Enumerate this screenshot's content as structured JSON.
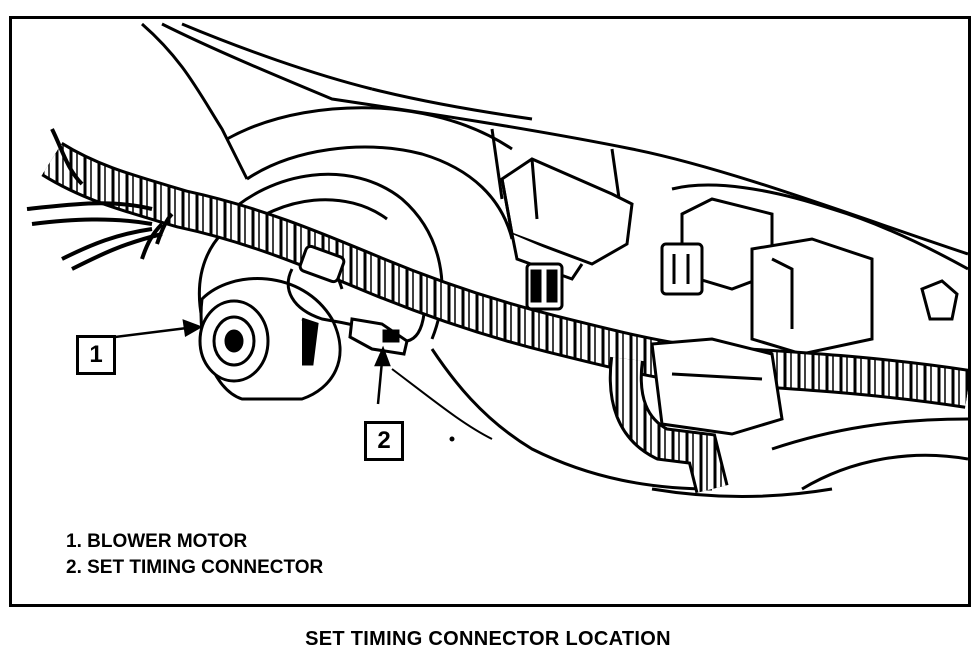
{
  "callouts": {
    "one": "1",
    "two": "2"
  },
  "legend": {
    "item1": "1. BLOWER MOTOR",
    "item2": "2. SET TIMING CONNECTOR"
  },
  "caption": "SET TIMING CONNECTOR LOCATION"
}
